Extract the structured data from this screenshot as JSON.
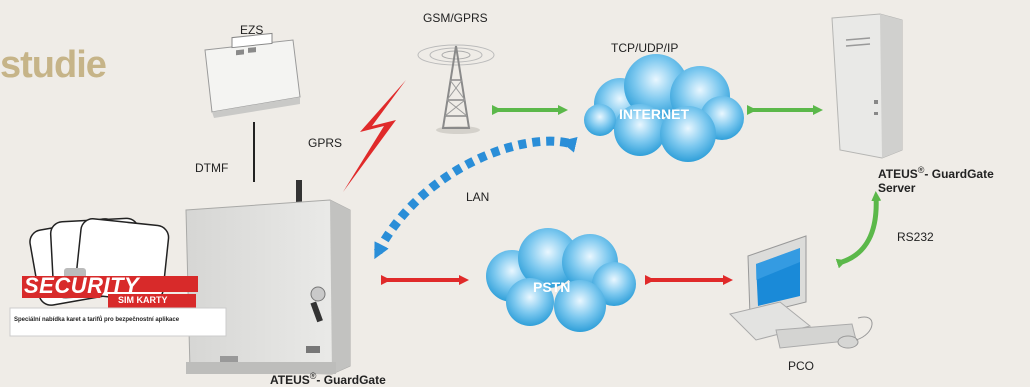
{
  "title": "studie",
  "labels": {
    "ezs": "EZS",
    "gsm": "GSM/GPRS",
    "tcp": "TCP/UDP/IP",
    "gprs": "GPRS",
    "dtmf": "DTMF",
    "lan": "LAN",
    "rs232": "RS232",
    "pco": "PCO",
    "internet": "INTERNET",
    "pstn": "PSTN"
  },
  "server_label": {
    "brand": "ATEUS",
    "mark": "®",
    "rest": "- GuardGate",
    "line2": "Server"
  },
  "device_label": {
    "brand": "ATEUS",
    "mark": "®",
    "rest": "- GuardGate"
  },
  "badge": {
    "security": "SECURITY",
    "sim": "SIM KARTY",
    "note": "Speciální nabídka karet a tarifů pro bezpečnostní aplikace"
  },
  "colors": {
    "green": "#5bb84a",
    "red": "#e02a2a",
    "blue": "#2a8ed8",
    "cloud": "#4fb3e6",
    "title": "#c6b488"
  }
}
